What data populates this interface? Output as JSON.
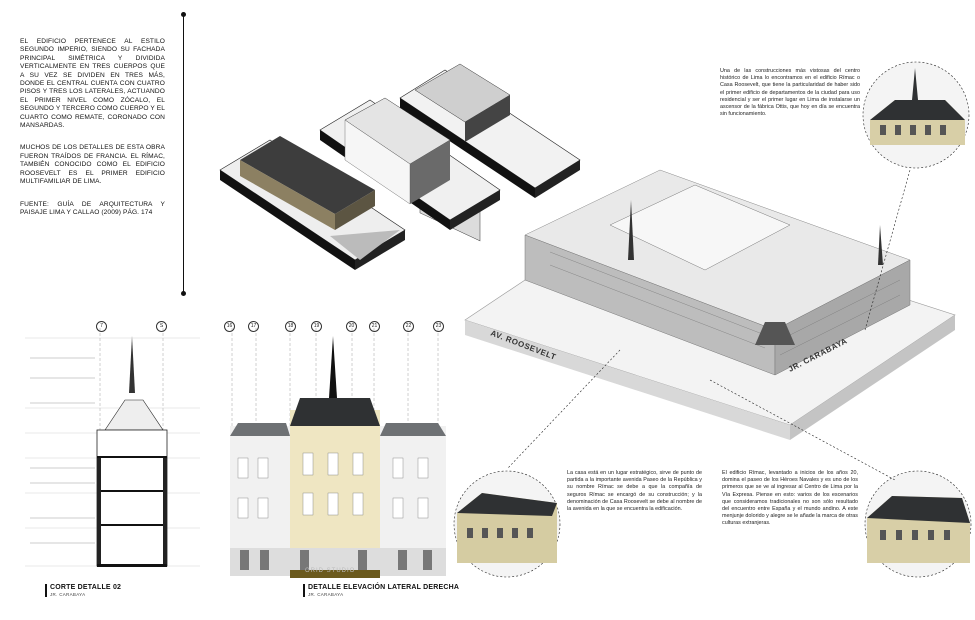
{
  "intro": {
    "p1": "El edificio pertenece al estilo segundo imperio, siendo su fachada principal simétrica y dividida verticalmente en tres cuerpos que a su vez se dividen en tres más, donde el central cuenta con cuatro pisos y tres los laterales, actuando el primer nivel como zócalo, el segundo y tercero como cuerpo y el cuarto como remate, coronado con mansardas.",
    "p2": "Muchos de los detalles de esta obra fueron traídos de Francia. El Rímac, también conocido como el edificio Roosevelt es el primer edificio multifamiliar de Lima.",
    "p3": "Fuente: Guía de Arquitectura y Paisaje Lima y Callao (2009) pág. 174"
  },
  "callouts": {
    "top_right": "Una de las construcciones más vistosas del centro histórico de Lima lo encontramos en el edificio Rímac o Casa Roosevelt, que tiene la particularidad de haber sido el primer edificio de departamentos de la ciudad para uso residencial y ser el primer lugar en Lima de instalarse un ascensor de la fábrica Ottis, que hoy en día se encuentra sin funcionamiento.",
    "bottom_mid": "La casa está en un lugar estratégico, sirve de punto de partida a la importante avenida Paseo de la República y su nombre Rímac se debe a que la compañía de seguros Rímac se encargó de su construcción; y la denominación de Casa Roosevelt se debe al nombre de la avenida en la que se encuentra la edificación.",
    "bottom_right": "El edificio Rímac, levantado a inicios de los años 20, domina el paseo de los Héroes Navales y es uno de los primeros que se ve al ingresar al Centro de Lima por la Vía Expresa. Piense en esto: varios de los escenarios que consideramos tradicionales no son sólo resultado del encuentro entre España y el mundo andino. A este menjunje dolorido y alegre se le añade la marca de otras culturas extranjeras."
  },
  "streets": {
    "av": "AV. ROOSEVELT",
    "jr": "JR. CARABAYA"
  },
  "captions": {
    "section_title": "CORTE DETALLE 02",
    "section_sub": "JR. CARABAYA",
    "elevation_title": "DETALLE ELEVACIÓN LATERAL DERECHA",
    "elevation_sub": "JR. CARABAYA"
  },
  "watermark": "ORID STUDIO",
  "axes_section": [
    "7",
    "S"
  ],
  "axes_elevation": [
    "16",
    "17",
    "18",
    "19",
    "20",
    "21",
    "22",
    "23"
  ],
  "colors": {
    "ink": "#111111",
    "gray": "#8a8a8a",
    "light": "#e6e6e6",
    "cream": "#efe6c2",
    "roof": "#3a3d3f"
  }
}
